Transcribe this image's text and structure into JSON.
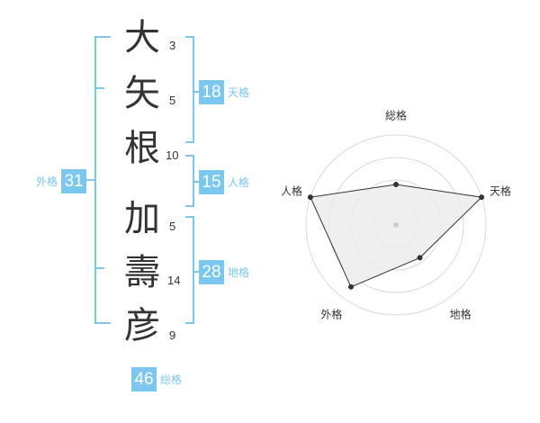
{
  "name": {
    "characters": [
      {
        "char": "大",
        "strokes": "3"
      },
      {
        "char": "矢",
        "strokes": "5"
      },
      {
        "char": "根",
        "strokes": "10"
      },
      {
        "char": "加",
        "strokes": "5"
      },
      {
        "char": "壽",
        "strokes": "14"
      },
      {
        "char": "彦",
        "strokes": "9"
      }
    ]
  },
  "scores": {
    "tenkaku": {
      "value": "18",
      "label": "天格"
    },
    "jinkaku": {
      "value": "15",
      "label": "人格"
    },
    "chikaku": {
      "value": "28",
      "label": "地格"
    },
    "gaikaku": {
      "value": "31",
      "label": "外格"
    },
    "soukaku": {
      "value": "46",
      "label": "総格"
    }
  },
  "chart_data": {
    "type": "radar",
    "axes": [
      "総格",
      "天格",
      "地格",
      "外格",
      "人格"
    ],
    "rings": 4,
    "values": [
      0.45,
      1.0,
      0.45,
      0.85,
      1.0
    ],
    "max": 1.0,
    "colors": {
      "ring": "#d9d9d9",
      "fill": "#ebebeb",
      "line": "#333333",
      "point": "#333333",
      "center": "#cccccc"
    }
  },
  "colors": {
    "accent": "#7cc7ef",
    "text": "#333333"
  }
}
